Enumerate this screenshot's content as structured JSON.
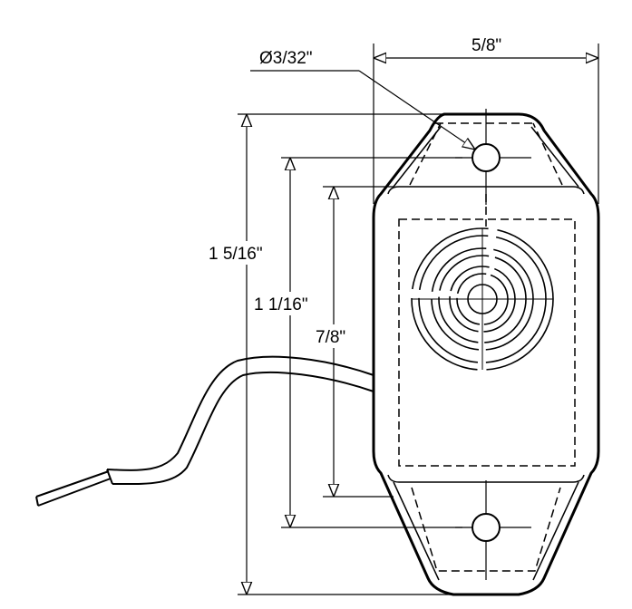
{
  "labels": {
    "hole_diameter": "Ø3/32\"",
    "width": "5/8\"",
    "overall_height": "1 5/16\"",
    "hole_spacing": "1 1/16\"",
    "body_height": "7/8\""
  }
}
